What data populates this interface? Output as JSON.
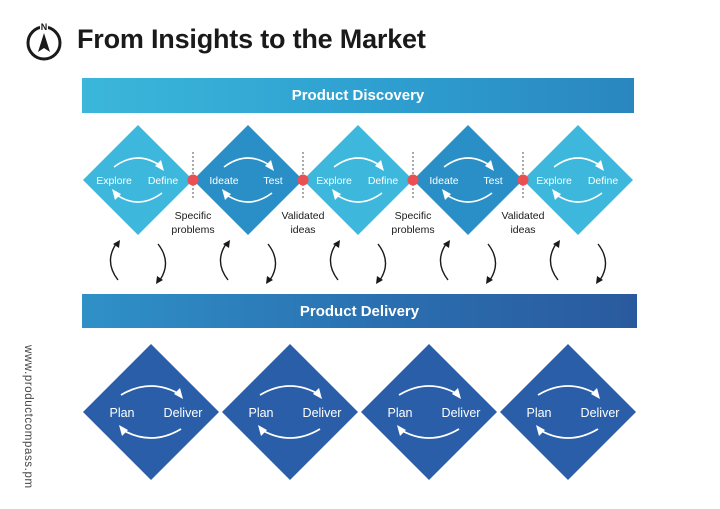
{
  "title": "From Insights to the Market",
  "logo_letter": "N",
  "side_url": "www.productcompass.pm",
  "discovery": {
    "banner": "Product Discovery",
    "diamonds": [
      {
        "left": "Explore",
        "right": "Define",
        "color": "#3db8dc"
      },
      {
        "left": "Ideate",
        "right": "Test",
        "color": "#2a8fc6"
      },
      {
        "left": "Explore",
        "right": "Define",
        "color": "#3db8dc"
      },
      {
        "left": "Ideate",
        "right": "Test",
        "color": "#2a8fc6"
      },
      {
        "left": "Explore",
        "right": "Define",
        "color": "#3db8dc"
      }
    ],
    "captions": [
      {
        "line1": "Specific",
        "line2": "problems"
      },
      {
        "line1": "Validated",
        "line2": "ideas"
      },
      {
        "line1": "Specific",
        "line2": "problems"
      },
      {
        "line1": "Validated",
        "line2": "ideas"
      }
    ],
    "dot_color": "#ea4f53"
  },
  "delivery": {
    "banner": "Product Delivery",
    "diamonds": [
      {
        "left": "Plan",
        "right": "Deliver",
        "color": "#2a5ea8"
      },
      {
        "left": "Plan",
        "right": "Deliver",
        "color": "#2a5ea8"
      },
      {
        "left": "Plan",
        "right": "Deliver",
        "color": "#2a5ea8"
      },
      {
        "left": "Plan",
        "right": "Deliver",
        "color": "#2a5ea8"
      }
    ]
  }
}
